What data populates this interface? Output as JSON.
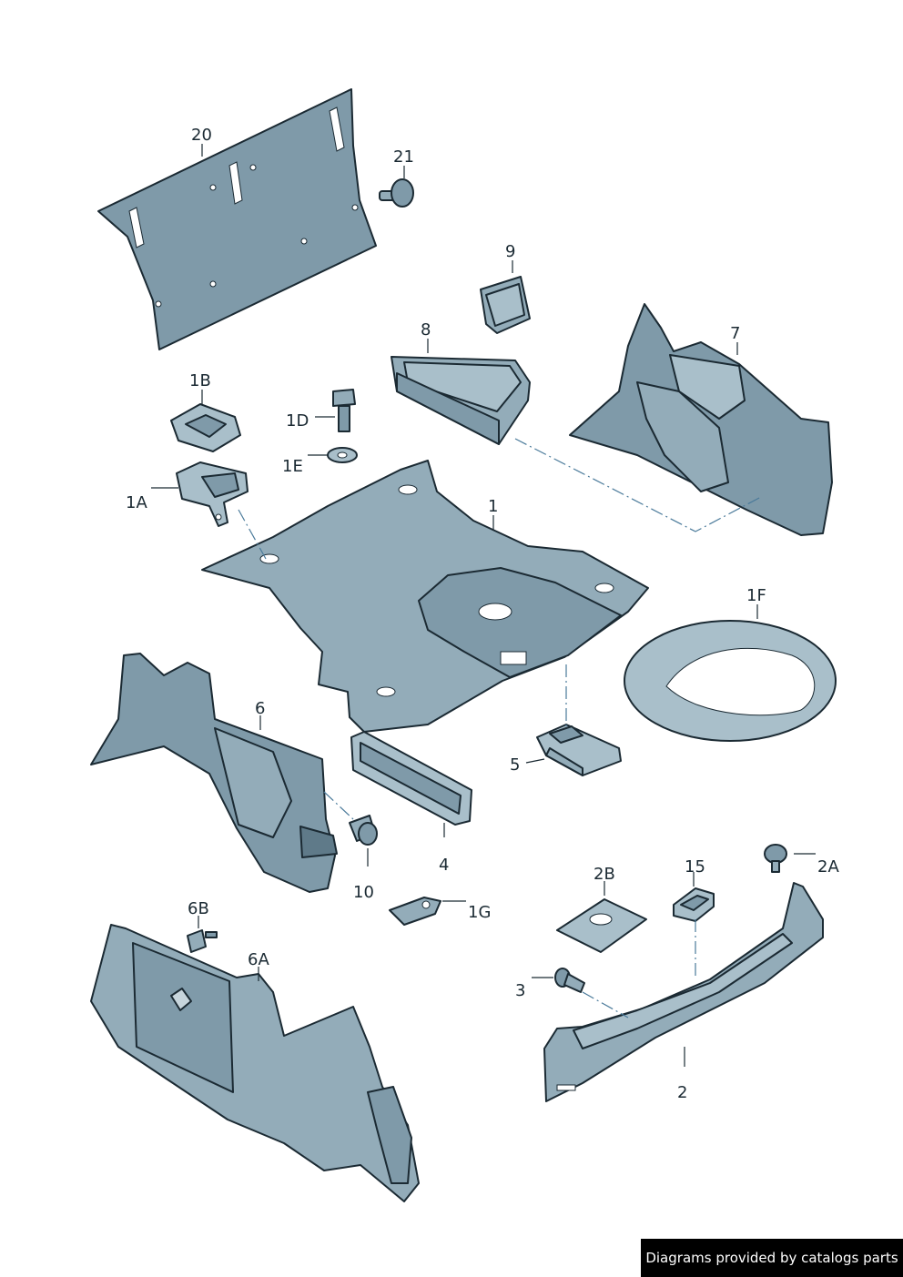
{
  "labels": {
    "p20": "20",
    "p21": "21",
    "p9": "9",
    "p8": "8",
    "p7": "7",
    "p1B": "1B",
    "p1D": "1D",
    "p1E": "1E",
    "p1A": "1A",
    "p1": "1",
    "p1F": "1F",
    "p6": "6",
    "p5": "5",
    "p4": "4",
    "p10": "10",
    "p2A": "2A",
    "p15": "15",
    "p2B": "2B",
    "p6B": "6B",
    "p1G": "1G",
    "p6A": "6A",
    "p3": "3",
    "p2": "2"
  },
  "footer": {
    "text": "Diagrams provided by catalogs parts"
  }
}
